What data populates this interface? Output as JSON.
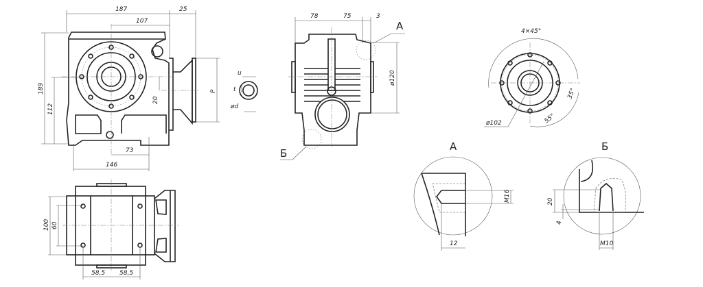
{
  "front_view": {
    "dims": {
      "width_187": "187",
      "flange_25": "25",
      "offset_107": "107",
      "height_189": "189",
      "axis_112": "112",
      "offset_20": "20",
      "foot_73": "73",
      "foot_146": "146",
      "flange_p": "P"
    }
  },
  "shaft_section": {
    "dims": {
      "key_u": "u",
      "key_t": "t",
      "dia_d": "ød"
    }
  },
  "side_view": {
    "dims": {
      "d78": "78",
      "d75": "75",
      "d3": "3",
      "dia_120": "ø120"
    },
    "detail_a_callout": "А",
    "detail_b_callout": "Б"
  },
  "flange_view": {
    "dims": {
      "holes": "4×45°",
      "dia_102": "ø102",
      "angle_35": "35°",
      "angle_55": "55°"
    }
  },
  "top_view": {
    "dims": {
      "d100": "100",
      "d60": "60",
      "d58_5_left": "58,5",
      "d58_5_right": "58,5"
    }
  },
  "detail_a": {
    "title": "А",
    "dims": {
      "thread": "M16",
      "depth": "12"
    }
  },
  "detail_b": {
    "title": "Б",
    "dims": {
      "depth": "20",
      "chamfer": "4",
      "thread": "M10"
    }
  }
}
